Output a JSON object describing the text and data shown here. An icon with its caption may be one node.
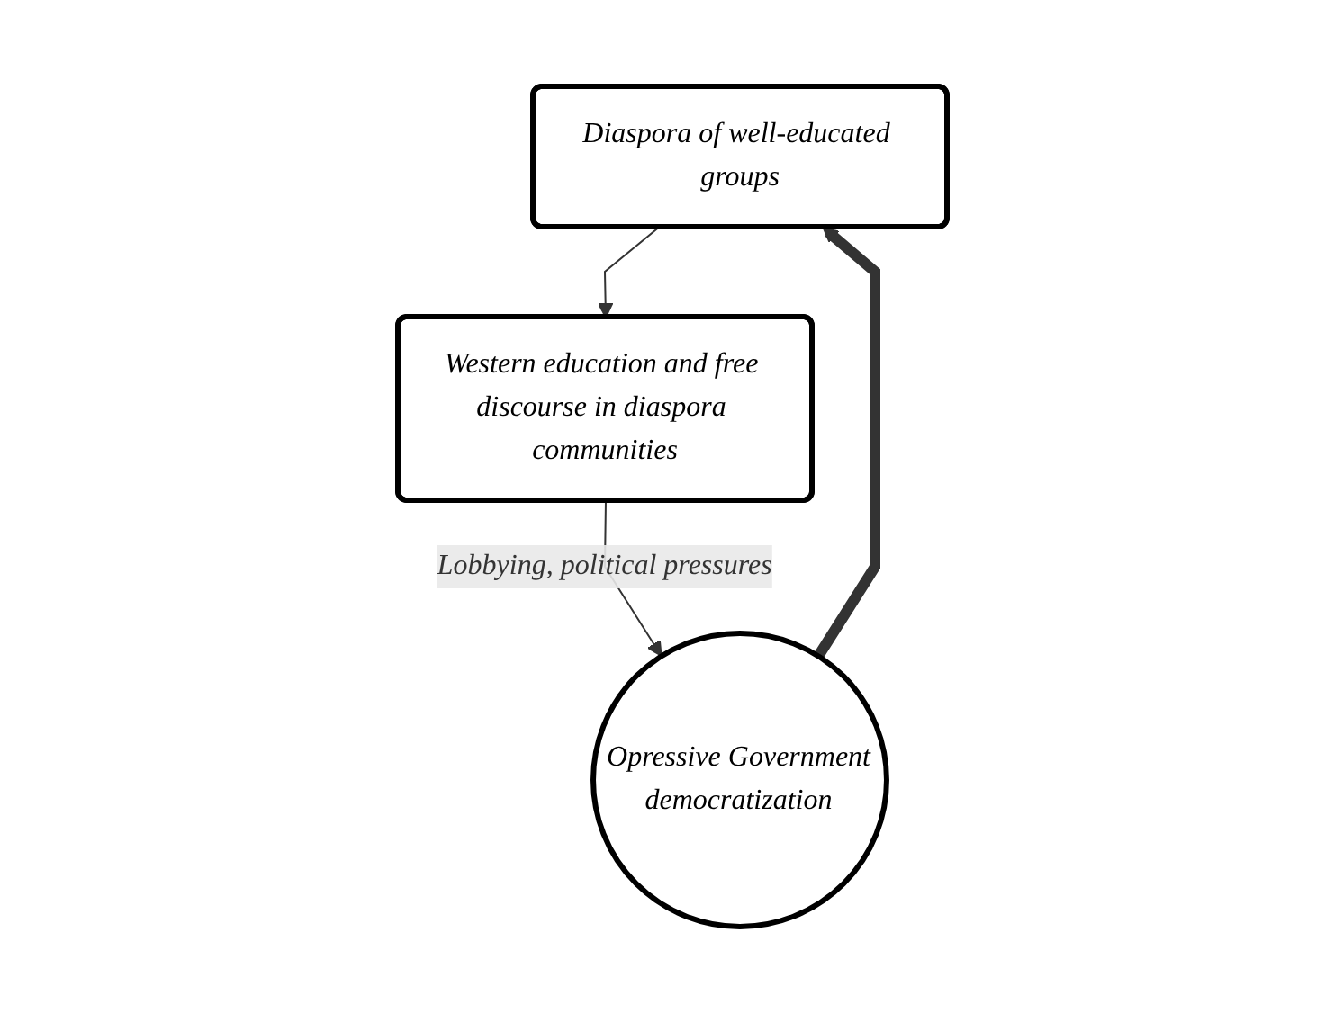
{
  "diagram": {
    "nodes": [
      {
        "text": [
          "Diaspora of well-educated groups"
        ]
      },
      {
        "text": [
          "Western education and free discourse in diaspora communities"
        ]
      },
      {
        "text": [
          "Opressive Government",
          "democratization"
        ]
      }
    ],
    "edges": [
      {
        "from": 0,
        "to": 1,
        "arrow": "to"
      },
      {
        "from": 1,
        "to": 2,
        "arrow": "to",
        "label": "Lobbying, political pressures"
      },
      {
        "from": 2,
        "to": 0,
        "arrow": "to",
        "style": "thick"
      }
    ]
  }
}
